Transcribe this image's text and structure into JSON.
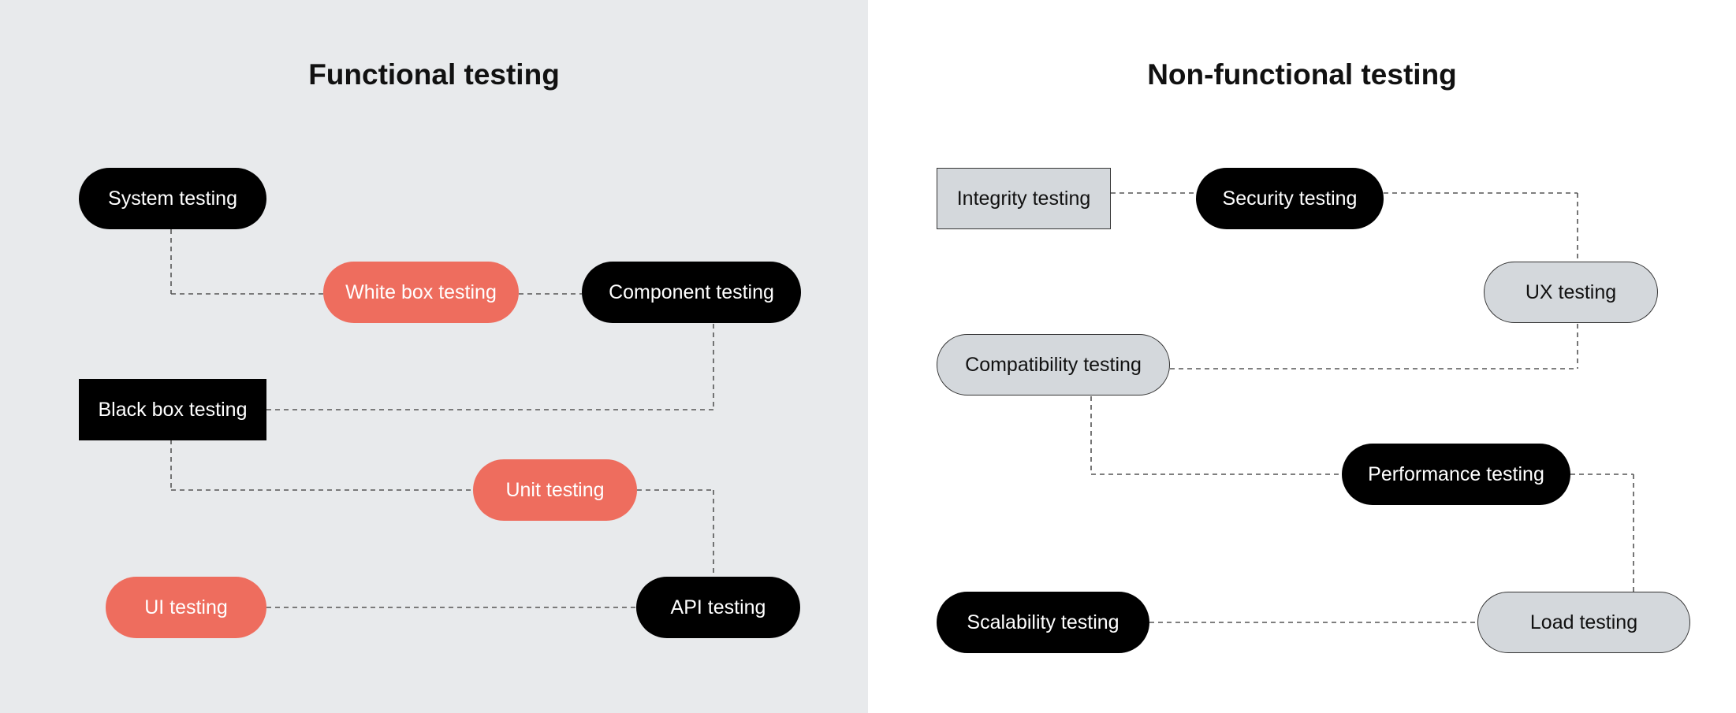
{
  "functional": {
    "title": "Functional testing",
    "nodes": {
      "system": "System testing",
      "white_box": "White box testing",
      "component": "Component testing",
      "black_box": "Black box testing",
      "unit": "Unit testing",
      "ui": "UI testing",
      "api": "API  testing"
    }
  },
  "non_functional": {
    "title": "Non-functional testing",
    "nodes": {
      "integrity": "Integrity testing",
      "security": "Security testing",
      "ux": "UX testing",
      "compatibility": "Compatibility testing",
      "performance": "Performance testing",
      "scalability": "Scalability testing",
      "load": "Load  testing"
    }
  },
  "colors": {
    "left_background": "#e8eaec",
    "right_background": "#ffffff",
    "black_node": "#000000",
    "coral_node": "#ee6d5e",
    "grey_node": "#d4d8dc"
  }
}
